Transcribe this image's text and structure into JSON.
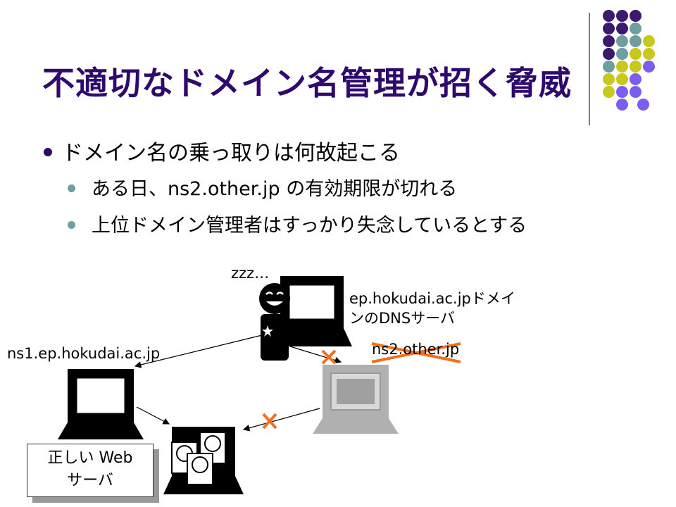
{
  "slide": {
    "title": "不適切なドメイン名管理が招く脅威",
    "bullet1": "ドメイン名の乗っ取りは何故起こる",
    "sub_bullets": [
      "ある日、ns2.other.jp の有効期限が切れる",
      "上位ドメイン管理者はすっかり失念しているとする"
    ]
  },
  "diagram": {
    "sleeping_label": "zzz…",
    "dns_server_label_line1": "ep.hokudai.ac.jpドメイ",
    "dns_server_label_line2": "ンのDNSサーバ",
    "ns1_label": "ns1.ep.hokudai.ac.jp",
    "ns2_label": "ns2.other.jp",
    "callout_line1": "正しい Web",
    "callout_line2": "サーバ"
  },
  "colors": {
    "title": "#2e0a6e",
    "dot_purple_dark": "#3a1a6e",
    "dot_teal": "#6e9e9e",
    "dot_yellow": "#c8c81e",
    "dot_violet": "#7a5ef0",
    "cross": "#f07020"
  }
}
